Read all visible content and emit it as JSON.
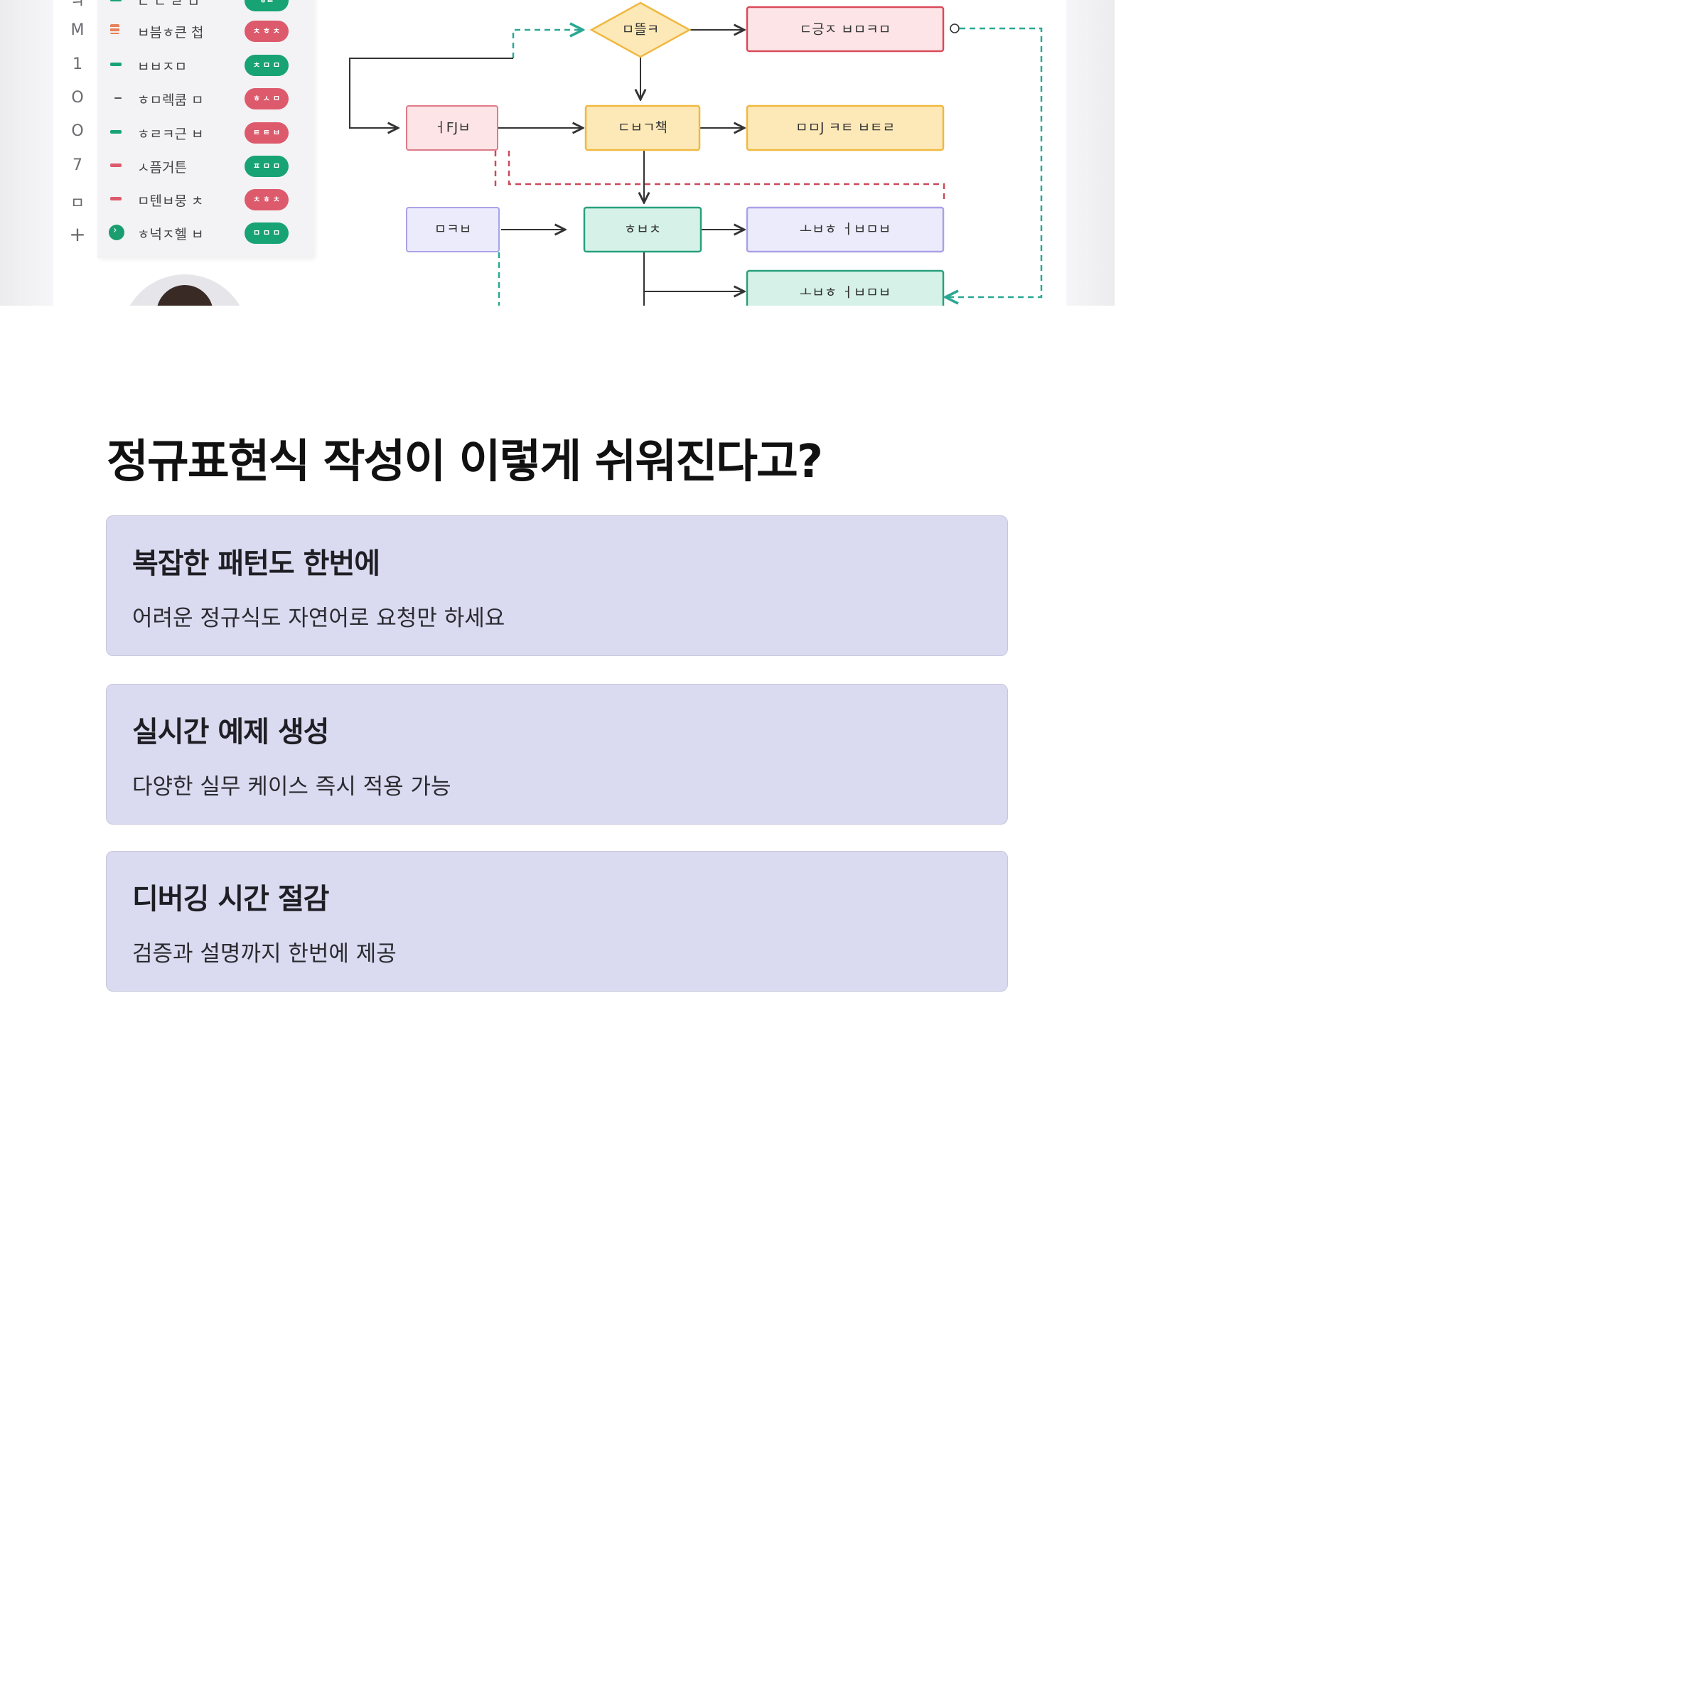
{
  "screenshot": {
    "gutter_glyphs": [
      "M",
      "1",
      "O",
      "O",
      "7",
      "ㅁ",
      "+"
    ],
    "list_items": [
      {
        "label": "ㄷ ㄴ ㄹ ㅁ",
        "badge": "ㅎㄹ",
        "color": "#17a374",
        "marker": "dash-green"
      },
      {
        "label": "ㅂ븜ㅎ큰  첩",
        "badge": "ㅊ ㅎ ㅊ",
        "color": "#dd5a6c",
        "marker": "stack"
      },
      {
        "label": "ㅂㅂㅈㅁ",
        "badge": "ㅊ ㅁ ㅁ",
        "color": "#17a374",
        "marker": "dash-green"
      },
      {
        "label": "ㅎㅁ렉쿰  ㅁ",
        "badge": "ㅎ ㅅ ㅁ",
        "color": "#dd5a6c",
        "marker": "dash"
      },
      {
        "label": "ㅎㄹㅋ근  ㅂ",
        "badge": "ㅌ ㅌ ㅂ",
        "color": "#dd5a6c",
        "marker": "dash-green"
      },
      {
        "label": "ㅅ픔거튼",
        "badge": "ㅍ ㅁ ㅁ",
        "color": "#17a374",
        "marker": "dash-red"
      },
      {
        "label": "ㅁ텐ㅂ뭉  ㅊ",
        "badge": "ㅊ ㅎ ㅊ",
        "color": "#dd5a6c",
        "marker": "dash-red"
      },
      {
        "label": "ㅎ넉ㅈ헬  ㅂ",
        "badge": "ㅁ ㅁ ㅁ",
        "color": "#17a374",
        "marker": "circle"
      }
    ],
    "flow_nodes": {
      "decision": "ㅁ뜰ㅋ",
      "top_right": "ㄷ긍ㅈ ㅂㅁㅋㅁ",
      "left_mid": "ㅓFJㅂ",
      "center_mid": "ㄷㅂㄱ책",
      "right_mid": "ㅁㅁJ ㅋㅌ ㅂㅌㄹ",
      "left_low": "ㅁㅋㅂ",
      "center_low": "ㅎㅂㅊ",
      "right_low": "ㅗㅂㅎ ㅓㅂㅁㅂ",
      "right_bottom": "ㅗㅂㅎ ㅓㅂㅁㅂ"
    },
    "colors": {
      "green": "#17a374",
      "red": "#dd5a6c",
      "orange_fill": "#fde9b8",
      "red_fill": "#fde4e6",
      "purple_fill": "#ecebfc",
      "teal_fill": "#d6f2e8",
      "teal_dash": "#2aa893"
    }
  },
  "headline": "정규표현식 작성이 이렇게 쉬워진다고?",
  "features": [
    {
      "title": "복잡한 패턴도 한번에",
      "desc": "어려운 정규식도 자연어로 요청만 하세요"
    },
    {
      "title": "실시간 예제 생성",
      "desc": "다양한 실무 케이스 즉시 적용 가능"
    },
    {
      "title": "디버깅 시간 절감",
      "desc": "검증과 설명까지 한번에 제공"
    }
  ],
  "card_color": "#dadaf0"
}
